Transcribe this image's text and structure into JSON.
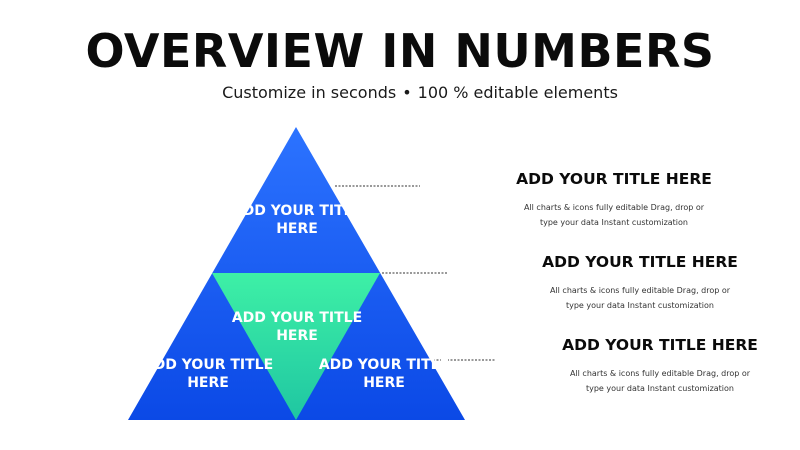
{
  "header": {
    "title": "OVERVIEW IN NUMBERS",
    "subtitle_left": "Customize in seconds",
    "subtitle_separator": "•",
    "subtitle_right": "100 % editable elements"
  },
  "pyramid": {
    "top_label": "ADD YOUR TITLE HERE",
    "center_label": "ADD YOUR TITLE HERE",
    "left_label": "ADD YOUR TITLE HERE",
    "right_label": "ADD YOUR TITLE HERE",
    "colors": {
      "blue_light": "#2c73ff",
      "blue_dark": "#0b49e6",
      "green_light": "#3ef0a6",
      "green_dark": "#1fc6a2",
      "connector": "#333333"
    }
  },
  "items": [
    {
      "title": "ADD YOUR TITLE HERE",
      "text": "All charts & icons fully editable Drag, drop or type your data Instant customization"
    },
    {
      "title": "ADD YOUR TITLE HERE",
      "text": "All charts & icons fully editable Drag, drop or type your data Instant customization"
    },
    {
      "title": "ADD YOUR TITLE HERE",
      "text": "All charts & icons fully editable Drag, drop or type your data Instant customization"
    }
  ]
}
